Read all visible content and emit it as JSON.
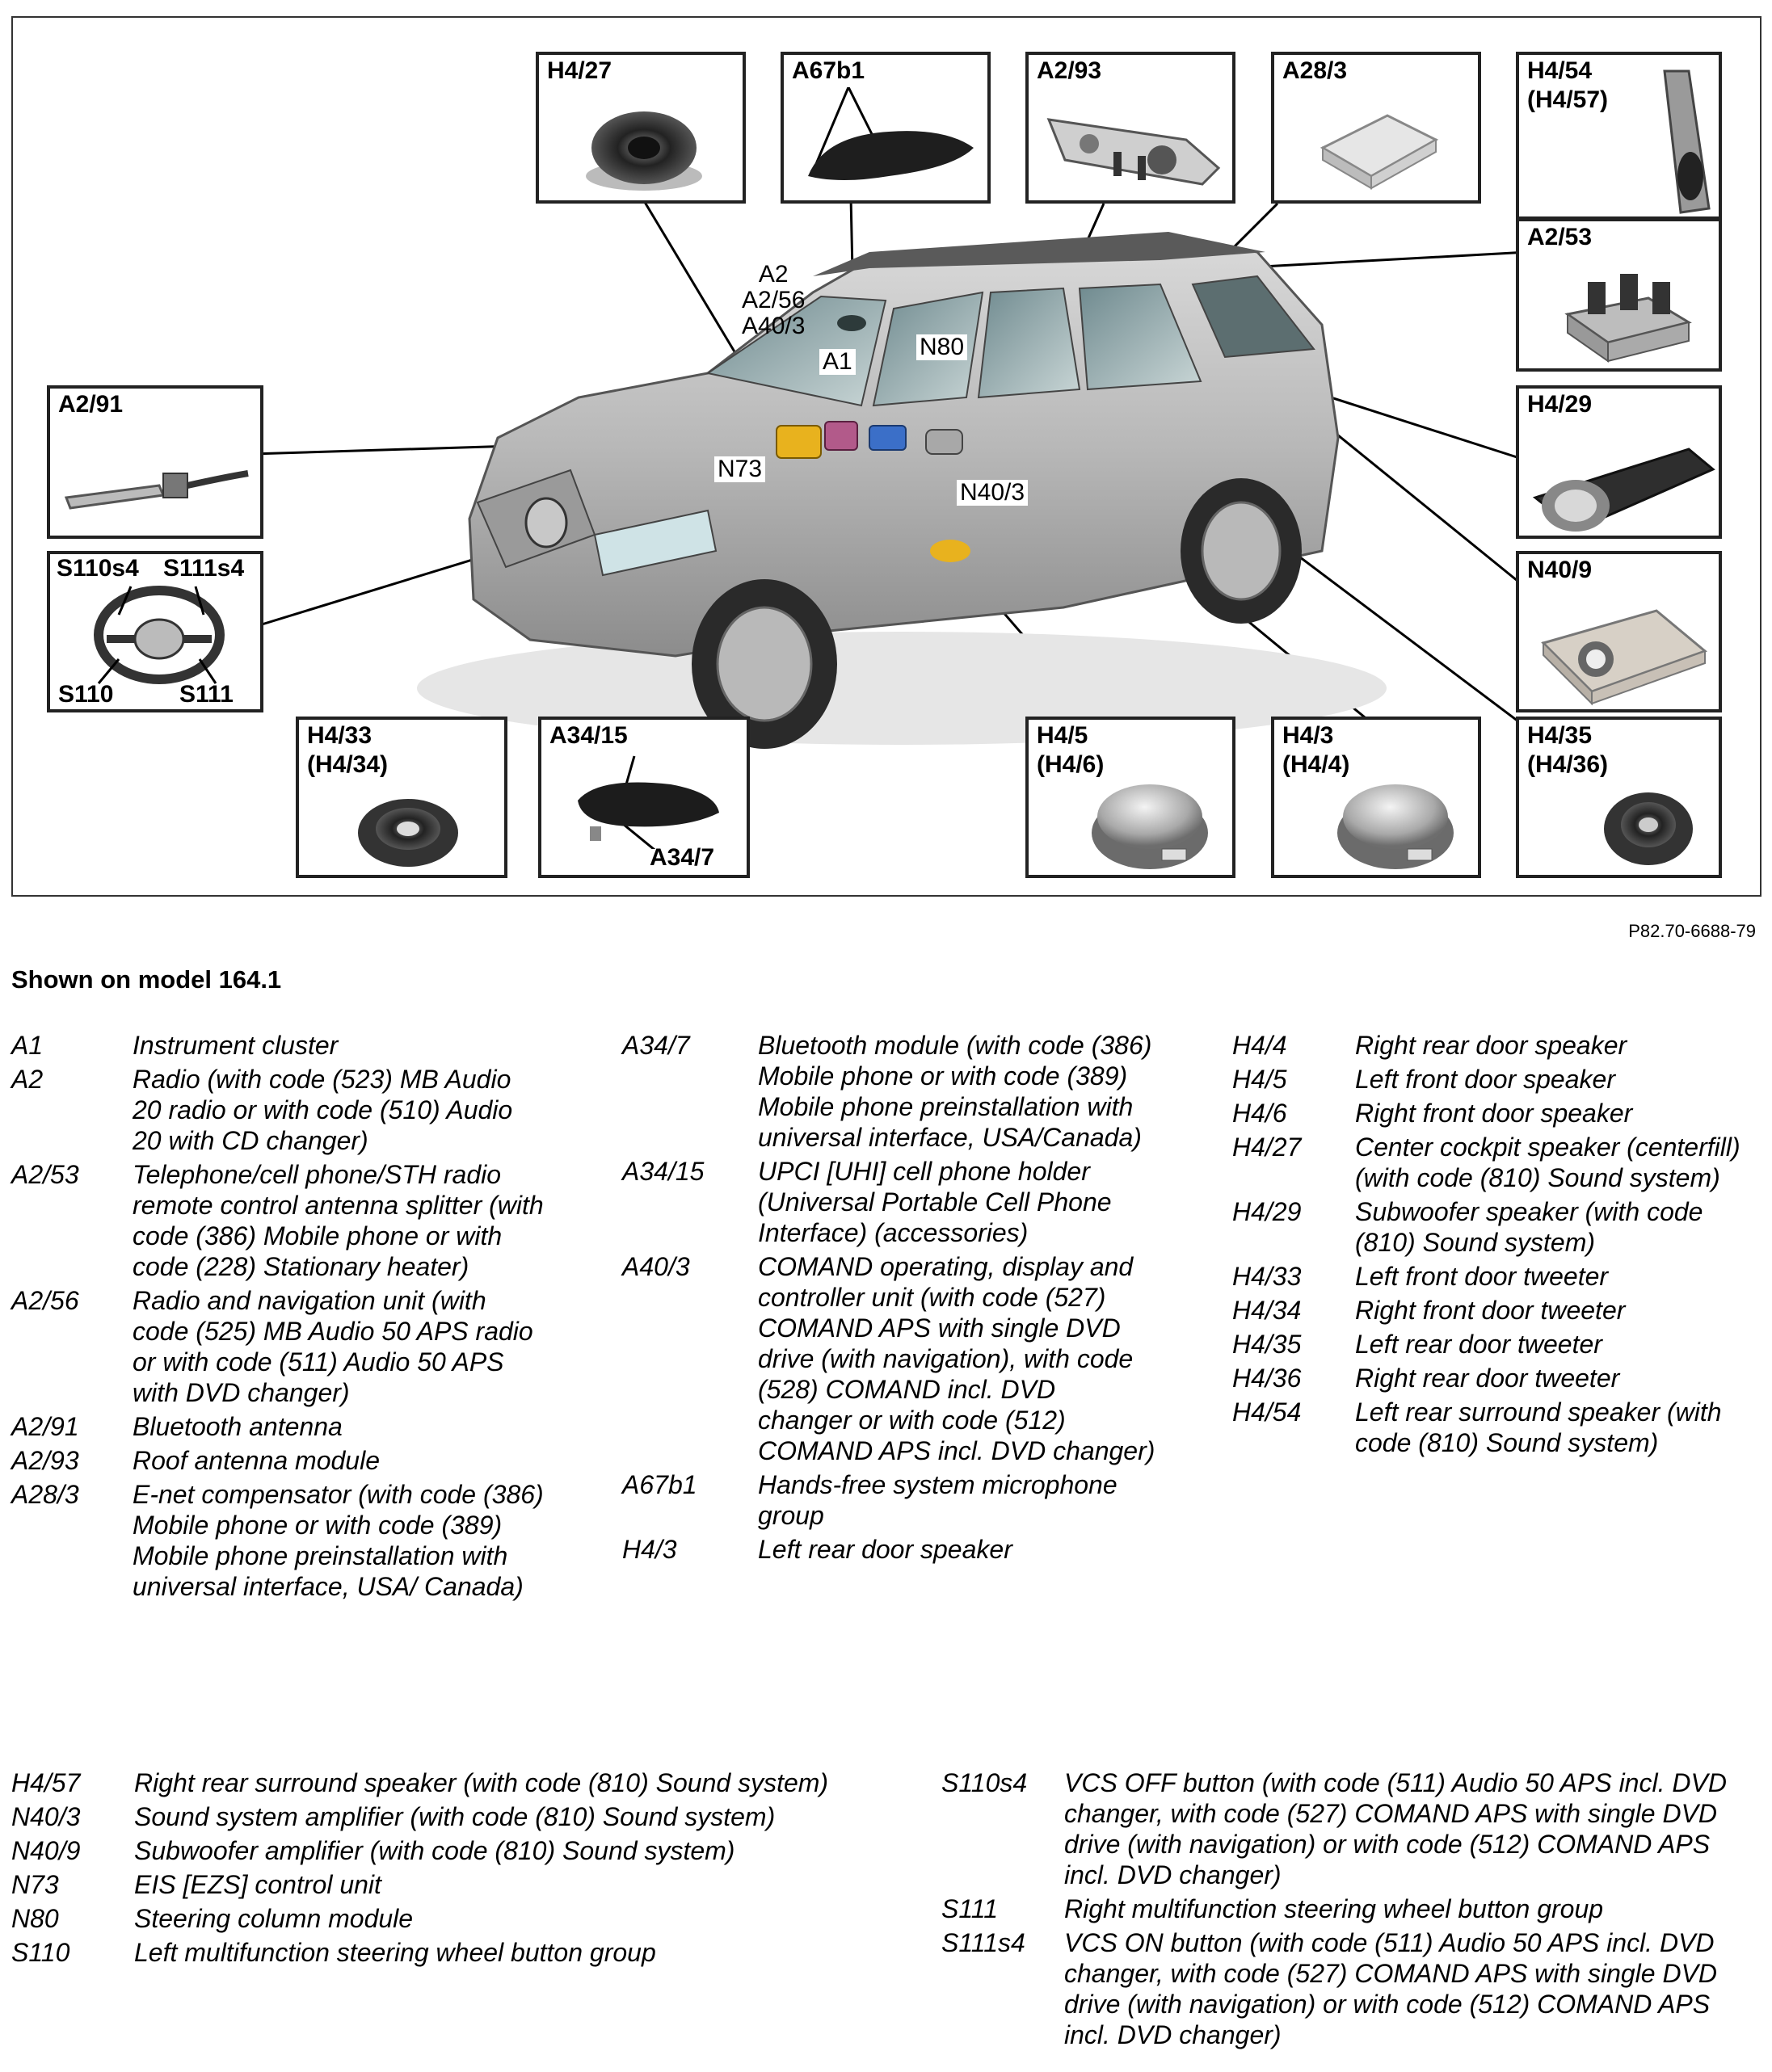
{
  "figure": {
    "boxes": {
      "h4_27": "H4/27",
      "a67b1": "A67b1",
      "a2_93": "A2/93",
      "a28_3": "A28/3",
      "h4_54": "H4/54\n(H4/57)",
      "a2_53": "A2/53",
      "a2_91": "A2/91",
      "h4_29": "H4/29",
      "n40_9": "N40/9",
      "h4_33": "H4/33\n(H4/34)",
      "a34_15": "A34/15",
      "h4_5": "H4/5\n(H4/6)",
      "h4_3": "H4/3\n(H4/4)",
      "h4_35": "H4/35\n(H4/36)",
      "sw_tl": "S110s4",
      "sw_tr": "S111s4",
      "sw_bl": "S110",
      "sw_br": "S111",
      "a34_7": "A34/7"
    },
    "callouts": {
      "a2_group": "A2\nA2/56\nA40/3",
      "a1": "A1",
      "n80": "N80",
      "n73": "N73",
      "n40_3": "N40/3"
    }
  },
  "reference": "P82.70-6688-79",
  "model_note": "Shown on model 164.1",
  "legend": {
    "col1": [
      {
        "code": "A1",
        "desc": "Instrument cluster"
      },
      {
        "code": "A2",
        "desc": "Radio (with code (523) MB Audio 20 radio or with code (510) Audio 20 with CD changer)"
      },
      {
        "code": "A2/53",
        "desc": "Telephone/cell phone/STH radio remote control antenna splitter (with code (386) Mobile phone or with code (228) Stationary heater)"
      },
      {
        "code": "A2/56",
        "desc": "Radio and navigation unit (with code (525) MB Audio 50 APS radio or with code (511) Audio 50 APS with DVD changer)"
      },
      {
        "code": "A2/91",
        "desc": "Bluetooth antenna"
      },
      {
        "code": "A2/93",
        "desc": "Roof antenna module"
      },
      {
        "code": "A28/3",
        "desc": "E-net compensator (with code (386) Mobile phone or with code (389) Mobile phone preinstallation with universal interface, USA/ Canada)"
      }
    ],
    "col2": [
      {
        "code": "A34/7",
        "desc": "Bluetooth module (with code (386) Mobile phone or with code (389) Mobile phone preinstallation with universal interface, USA/Canada)"
      },
      {
        "code": "A34/15",
        "desc": "UPCI [UHI] cell phone holder (Universal Portable Cell Phone Interface) (accessories)"
      },
      {
        "code": "A40/3",
        "desc": "COMAND operating, display and controller unit (with code (527) COMAND APS with single DVD drive (with navigation), with code (528) COMAND incl. DVD changer or with code (512) COMAND APS incl. DVD changer)"
      },
      {
        "code": "A67b1",
        "desc": "Hands-free system microphone group"
      },
      {
        "code": "H4/3",
        "desc": "Left rear door speaker"
      }
    ],
    "col3": [
      {
        "code": "H4/4",
        "desc": "Right rear door speaker"
      },
      {
        "code": "H4/5",
        "desc": "Left front door speaker"
      },
      {
        "code": "H4/6",
        "desc": "Right front door speaker"
      },
      {
        "code": "H4/27",
        "desc": "Center cockpit speaker (centerfill) (with code (810) Sound system)"
      },
      {
        "code": "H4/29",
        "desc": "Subwoofer speaker (with code (810) Sound system)"
      },
      {
        "code": "H4/33",
        "desc": "Left front door tweeter"
      },
      {
        "code": "H4/34",
        "desc": "Right front door tweeter"
      },
      {
        "code": "H4/35",
        "desc": "Left rear door tweeter"
      },
      {
        "code": "H4/36",
        "desc": "Right rear door tweeter"
      },
      {
        "code": "H4/54",
        "desc": "Left rear surround speaker (with code (810) Sound system)"
      }
    ],
    "col4": [
      {
        "code": "H4/57",
        "desc": "Right rear surround speaker (with code (810) Sound system)"
      },
      {
        "code": "N40/3",
        "desc": "Sound system amplifier (with code (810) Sound system)"
      },
      {
        "code": "N40/9",
        "desc": "Subwoofer amplifier (with code (810) Sound system)"
      },
      {
        "code": "N73",
        "desc": "EIS [EZS] control unit"
      },
      {
        "code": "N80",
        "desc": "Steering column module"
      },
      {
        "code": "S110",
        "desc": "Left multifunction steering wheel button group"
      }
    ],
    "col5": [
      {
        "code": "S110s4",
        "desc": "VCS OFF button (with code (511) Audio 50 APS incl. DVD changer, with code (527) COMAND APS with single DVD drive (with navigation) or with code (512) COMAND APS incl. DVD changer)"
      },
      {
        "code": "S111",
        "desc": "Right multifunction steering wheel button group"
      },
      {
        "code": "S111s4",
        "desc": "VCS ON button (with code (511) Audio 50 APS incl. DVD changer, with code (527) COMAND APS with single DVD drive (with navigation) or with code (512) COMAND APS incl. DVD changer)"
      }
    ]
  }
}
